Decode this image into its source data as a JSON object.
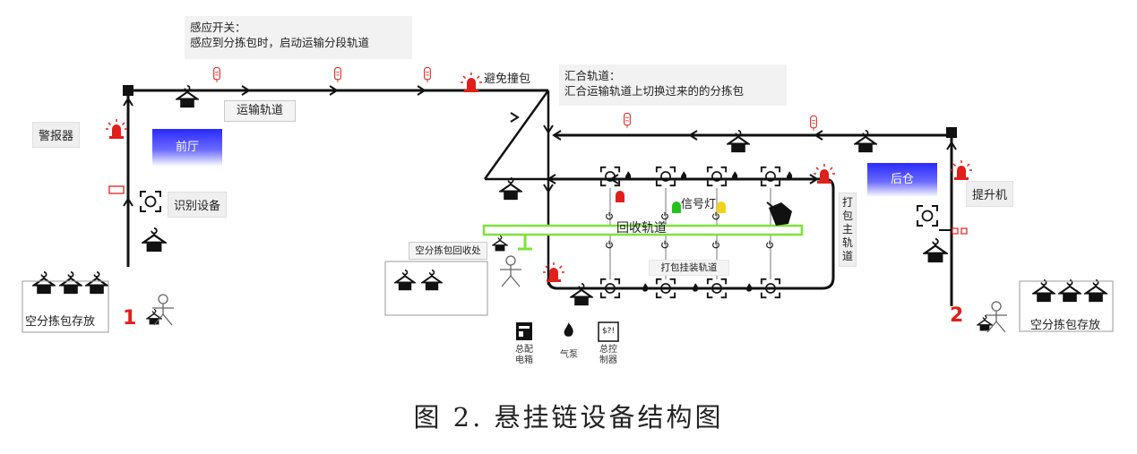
{
  "notes": {
    "sensor_title": "感应开关：",
    "sensor_desc": "感应到分拣包时，启动运输分段轨道",
    "merge_title": "汇合轨道：",
    "merge_desc": "汇合运输轨道上切换过来的的分拣包"
  },
  "labels": {
    "alarm": "警报器",
    "front_hall": "前厅",
    "transport_track": "运输轨道",
    "recognition_device": "识别设备",
    "avoid_collision": "避免撞包",
    "back_warehouse": "后仓",
    "lifter": "提升机",
    "signal_light": "信号灯",
    "recycle_track": "回收轨道",
    "empty_bag_recycle": "空分拣包回收处",
    "packing_hang_track": "打包挂装轨道",
    "packing_main_track": "打包主轨道",
    "empty_storage_left": "空分拣包存放",
    "empty_storage_right": "空分拣包存放",
    "num_left": "1",
    "num_right": "2",
    "main_power_box": "总配电箱",
    "air_pump": "气泵",
    "main_controller": "总控制器"
  },
  "caption": "图 2. 悬挂链设备结构图",
  "colors": {
    "track": "#111111",
    "recycle": "#7ee23a",
    "alarm_red": "#e1201b",
    "signal_green": "#25c21f",
    "signal_yellow": "#f2d21a",
    "blue_box": "#2a2aff",
    "note_bg": "#f2f2f2",
    "number_red": "#e1201b"
  },
  "icons": {
    "hanger": "hanger-icon",
    "alarm": "alarm-light-icon",
    "sensor": "sensor-switch-icon",
    "camera": "recognition-camera-icon",
    "person": "person-icon",
    "power": "power-box-icon",
    "pump": "air-pump-icon",
    "controller": "controller-icon"
  }
}
